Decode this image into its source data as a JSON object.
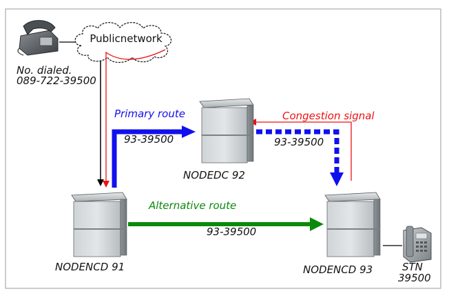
{
  "cloud": {
    "label": "Publicnetwork"
  },
  "dialed": {
    "line1": "No. dialed.",
    "line2": "089-722-39500"
  },
  "nodes": {
    "n91": {
      "label": "NODENCD 91"
    },
    "n92": {
      "label": "NODEDC 92"
    },
    "n93": {
      "label": "NODENCD 93"
    }
  },
  "stn": {
    "line1": "STN",
    "line2": "39500"
  },
  "routes": {
    "primary": {
      "label": "Primary route",
      "number": "93-39500",
      "color": "#1010ee"
    },
    "congestion": {
      "label": "Congestion signal",
      "number": "93-39500",
      "color": "#ee1111"
    },
    "alternative": {
      "label": "Alternative route",
      "number": "93-39500",
      "color": "#0a8a0a"
    }
  }
}
